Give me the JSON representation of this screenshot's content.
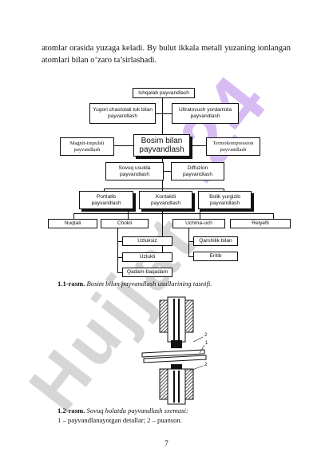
{
  "paragraph": "atomlar orasida yuzaga keladi. By bulut ikkala metall yuzaning ionlangan atomlari bilan o‘zaro ta’sirlashadi.",
  "diagram": {
    "root": "Ishqalab payvandlash",
    "left1": "Yugori chastotali tok bilan payvandlash",
    "right1": "Ultratovush yordamida payvandlash",
    "left2": "Magnit-impulsli payvandlash",
    "center": "Bosim bilan payvandlash",
    "right2": "Termokompression payvandlash",
    "left3": "Sovuq usulda payvandlash",
    "right3": "Diffuzion payvandlash",
    "group_a": "Portlatib payvandlash",
    "group_b": "Kontaktli payvandlash",
    "group_c": "Bolik yurgizib payvandlash",
    "leaf_nuqtali": "Nuqtali",
    "leaf_chokli": "Chokli",
    "leaf_uchma": "Uchma-uch",
    "leaf_relyef": "Relyefli",
    "sub_uzluksiz": "Uzluksiz",
    "sub_uzlukli": "Uzlukli",
    "sub_qadam": "Qadam-baqadam",
    "sub_qarshilik": "Qarshilik bilan",
    "sub_erish": "Eritib"
  },
  "caption1": {
    "number": "1.1-rasm.",
    "text": "Bosim bilan payvandlash usullarining tasnifi."
  },
  "figure2_labels": {
    "a": "2",
    "b": "1",
    "c": "2"
  },
  "caption2": {
    "number": "1.2-rasm.",
    "text": "Sovuq holatda payvandlash sxemasi:",
    "legend": "1 – payvandlanayotgan detallar; 2 – puanson."
  },
  "page_number": "7",
  "watermark": {
    "text": "Hujjat.24",
    "color": "#c8c8c8",
    "accent": "#c39be8"
  }
}
